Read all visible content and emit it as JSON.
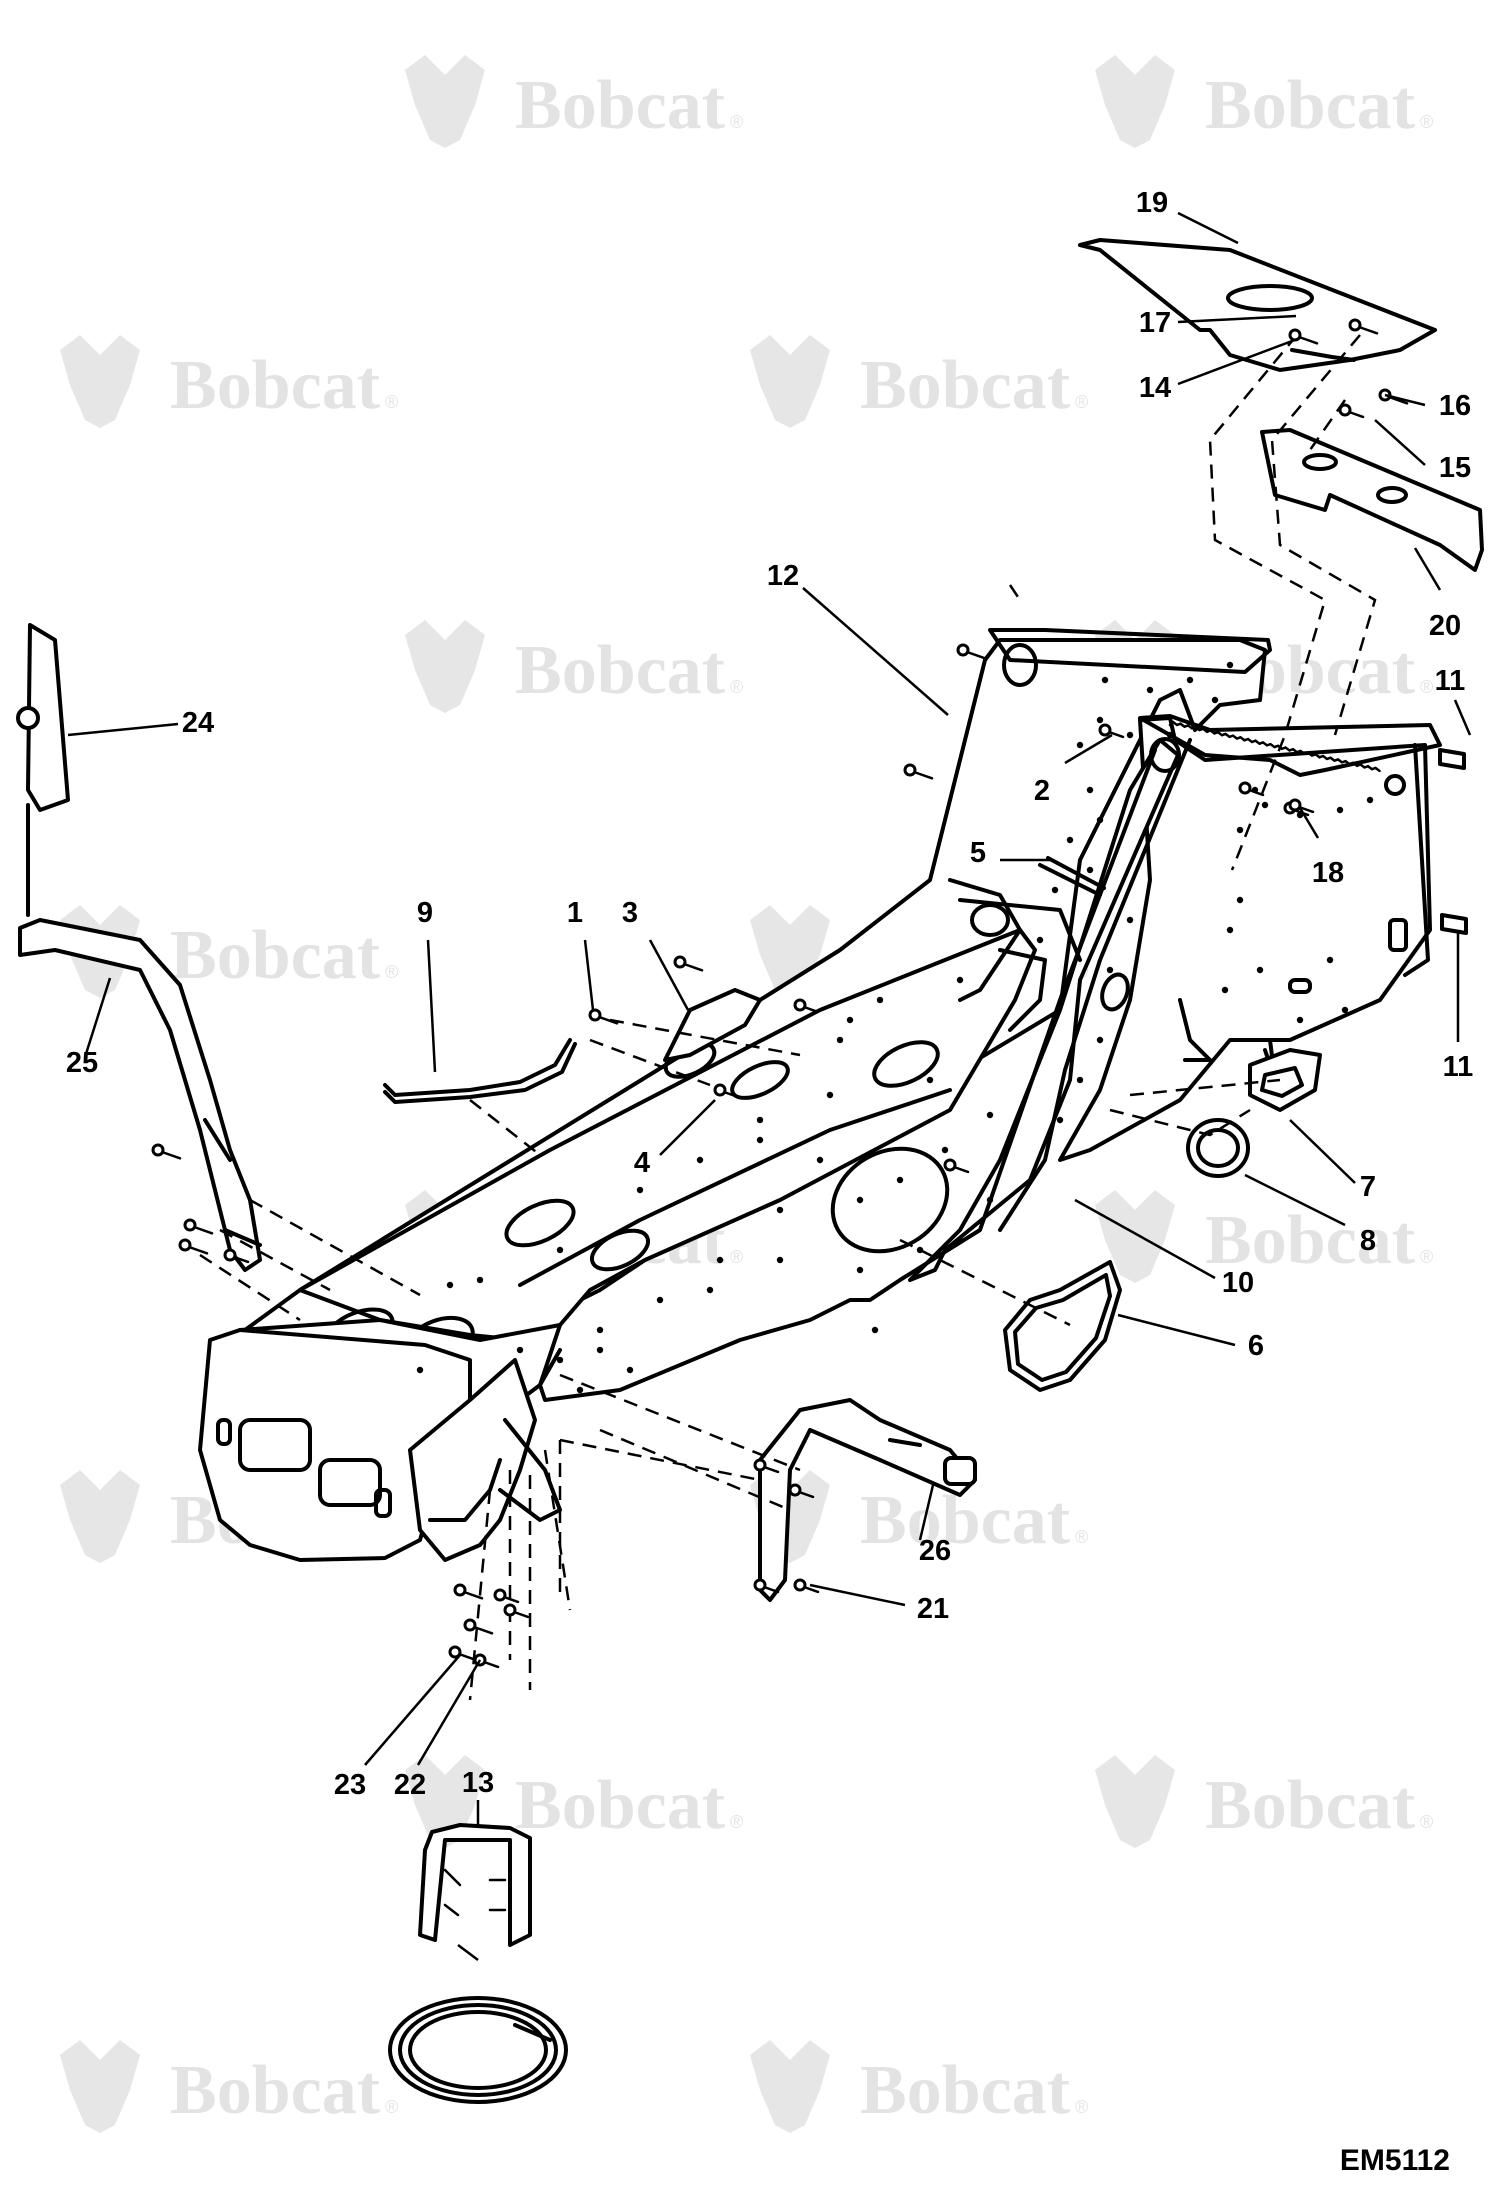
{
  "watermark": {
    "brand": "Bobcat",
    "registered_mark": "®"
  },
  "drawing_code": "EM5112",
  "callouts": [
    {
      "id": "c1",
      "text": "1"
    },
    {
      "id": "c2",
      "text": "2"
    },
    {
      "id": "c3",
      "text": "3"
    },
    {
      "id": "c4",
      "text": "4"
    },
    {
      "id": "c5",
      "text": "5"
    },
    {
      "id": "c6",
      "text": "6"
    },
    {
      "id": "c7",
      "text": "7"
    },
    {
      "id": "c8",
      "text": "8"
    },
    {
      "id": "c9",
      "text": "9"
    },
    {
      "id": "c10",
      "text": "10"
    },
    {
      "id": "c11a",
      "text": "11"
    },
    {
      "id": "c11b",
      "text": "11"
    },
    {
      "id": "c12",
      "text": "12"
    },
    {
      "id": "c13",
      "text": "13"
    },
    {
      "id": "c14",
      "text": "14"
    },
    {
      "id": "c15",
      "text": "15"
    },
    {
      "id": "c16",
      "text": "16"
    },
    {
      "id": "c17",
      "text": "17"
    },
    {
      "id": "c18",
      "text": "18"
    },
    {
      "id": "c19",
      "text": "19"
    },
    {
      "id": "c20",
      "text": "20"
    },
    {
      "id": "c21",
      "text": "21"
    },
    {
      "id": "c22",
      "text": "22"
    },
    {
      "id": "c23",
      "text": "23"
    },
    {
      "id": "c24",
      "text": "24"
    },
    {
      "id": "c25",
      "text": "25"
    },
    {
      "id": "c26",
      "text": "26"
    }
  ]
}
